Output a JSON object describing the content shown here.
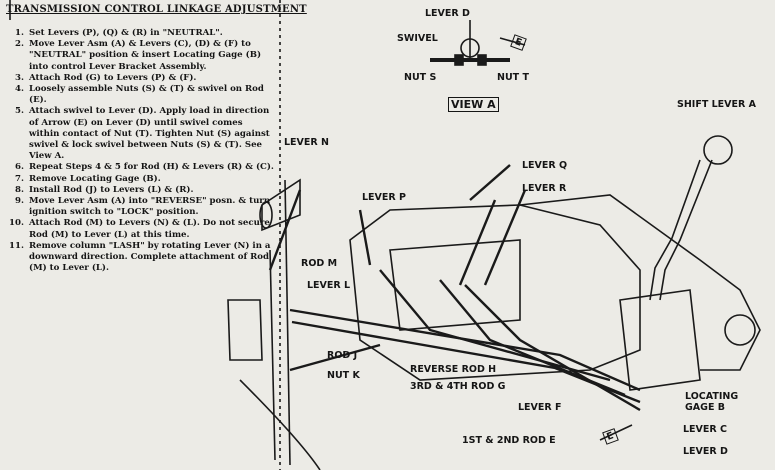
{
  "title": "TRANSMISSION CONTROL LINKAGE ADJUSTMENT",
  "steps": [
    {
      "n": "1.",
      "text": "Set Levers (P), (Q) & (R) in \"NEUTRAL\"."
    },
    {
      "n": "2.",
      "text": "Move Lever Asm (A) & Levers (C), (D) & (F) to \"NEUTRAL\" position & insert Locating Gage (B) into control Lever Bracket Assembly."
    },
    {
      "n": "3.",
      "text": "Attach Rod (G) to Levers (P) & (F)."
    },
    {
      "n": "4.",
      "text": "Loosely assemble Nuts (S) & (T) & swivel on Rod (E)."
    },
    {
      "n": "5.",
      "text": "Attach swivel to Lever (D). Apply load in direction of Arrow (E) on Lever (D) until swivel comes within contact of Nut (T). Tighten Nut (S) against swivel & lock swivel between Nuts (S) & (T). See View A."
    },
    {
      "n": "6.",
      "text": "Repeat Steps 4 & 5 for Rod (H) & Levers (R) & (C)."
    },
    {
      "n": "7.",
      "text": "Remove Locating Gage (B)."
    },
    {
      "n": "8.",
      "text": "Install Rod (J) to Levers (L) & (R)."
    },
    {
      "n": "9.",
      "text": "Move Lever Asm (A) into \"REVERSE\" posn. & turn ignition switch to \"LOCK\" position."
    },
    {
      "n": "10.",
      "text": "Attach Rod (M) to Levers (N) & (L). Do not secure Rod (M) to Lever (L) at this time."
    },
    {
      "n": "11.",
      "text": "Remove column \"LASH\" by rotating Lever (N) in a downward direction. Complete attachment of Rod (M) to Lever (L)."
    }
  ],
  "labels": {
    "lever_d_top": "LEVER D",
    "swivel": "SWIVEL",
    "arrow_e_top": "E",
    "nut_s": "NUT S",
    "nut_t": "NUT T",
    "view_a": "VIEW A",
    "shift_lever_a": "SHIFT LEVER A",
    "lever_n": "LEVER N",
    "lever_q": "LEVER Q",
    "lever_r": "LEVER R",
    "lever_p": "LEVER P",
    "rod_m": "ROD M",
    "lever_l": "LEVER L",
    "rod_j": "ROD J",
    "nut_k": "NUT K",
    "reverse_rod_h": "REVERSE ROD H",
    "rod_g": "3RD & 4TH ROD G",
    "lever_f": "LEVER F",
    "locating_gage_b": "LOCATING GAGE B",
    "lever_c": "LEVER C",
    "rod_e": "1ST & 2ND ROD E",
    "arrow_e_bottom": "E",
    "lever_d_bottom": "LEVER D"
  }
}
